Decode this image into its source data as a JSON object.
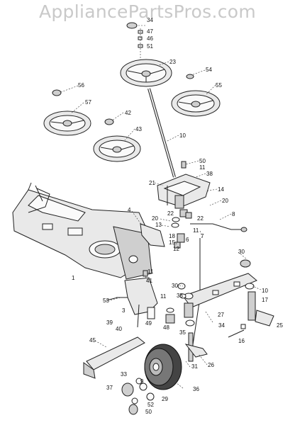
{
  "watermark": "AppliancePartsPros.com",
  "callouts": [
    "34",
    "47",
    "46",
    "51",
    "23",
    "54",
    "55",
    "56",
    "57",
    "42",
    "43",
    "10",
    "50",
    "11",
    "38",
    "21",
    "14",
    "20",
    "8",
    "4",
    "22",
    "22",
    "20",
    "13",
    "11",
    "7",
    "18",
    "15",
    "12",
    "6",
    "30",
    "41",
    "11",
    "53",
    "3",
    "39",
    "40",
    "49",
    "48",
    "30",
    "35",
    "35",
    "27",
    "26",
    "34",
    "10",
    "17",
    "25",
    "16",
    "45",
    "31",
    "36",
    "33",
    "9",
    "29",
    "37",
    "52",
    "50",
    "11",
    "1"
  ],
  "colors": {
    "background": "#ffffff",
    "watermark": "#c9c9c9",
    "line": "#222222"
  }
}
